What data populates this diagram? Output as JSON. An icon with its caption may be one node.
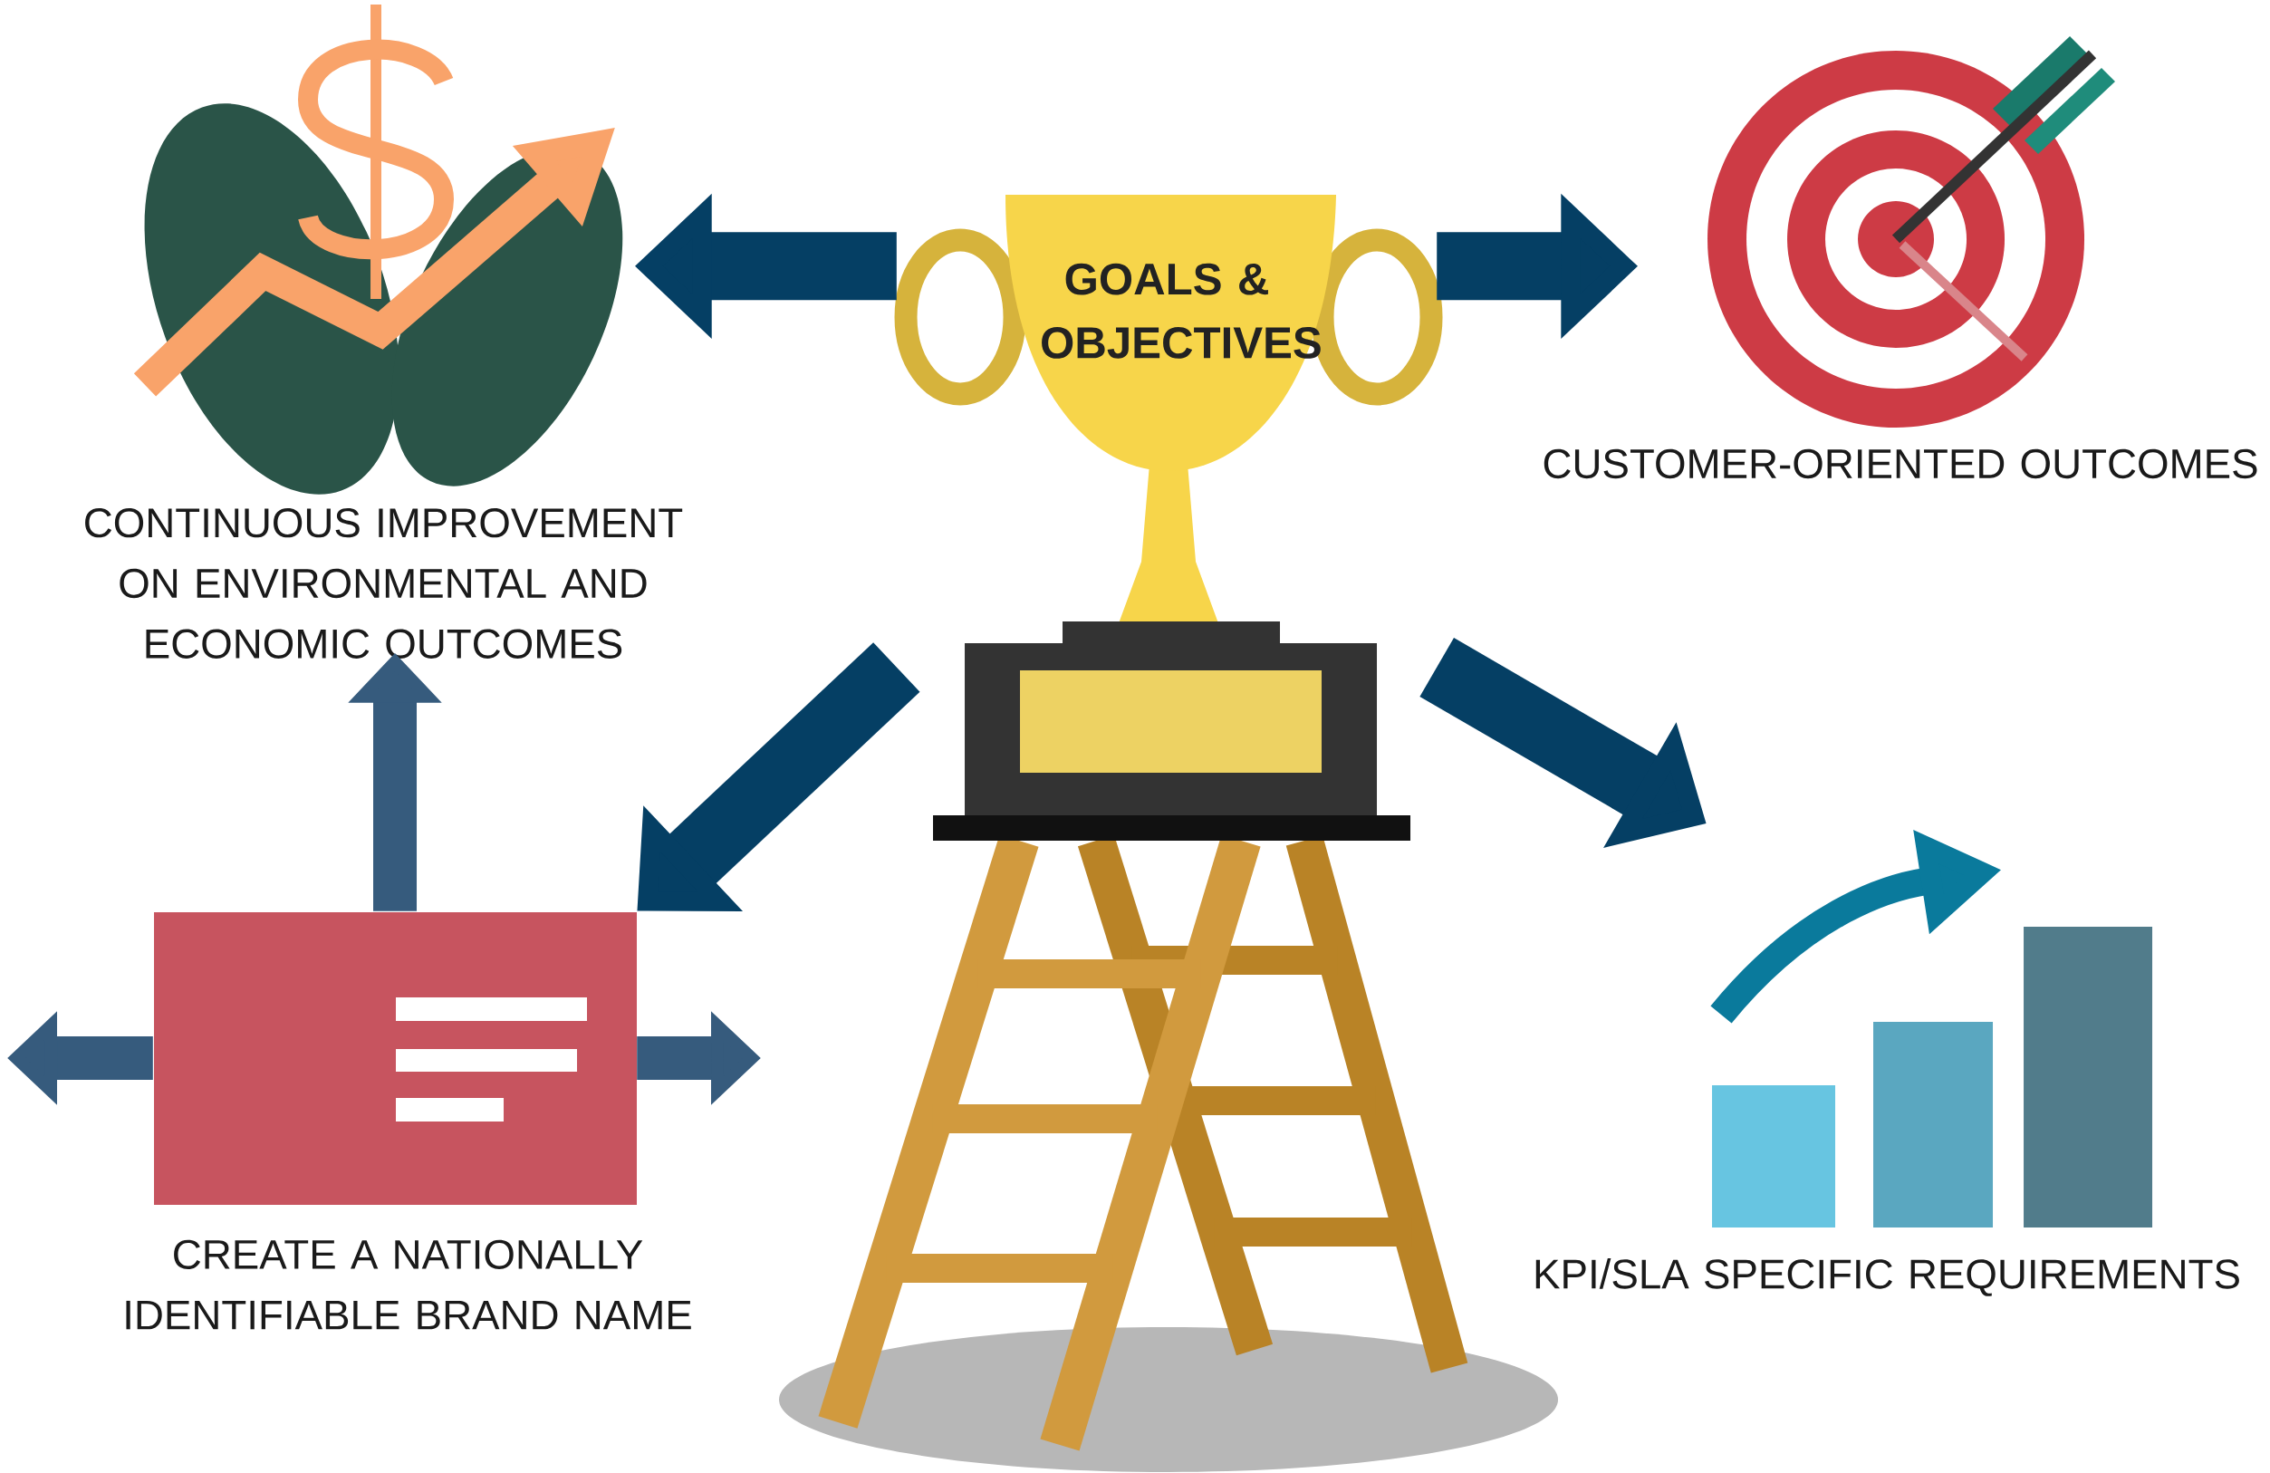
{
  "diagram": {
    "nodes": [
      {
        "text": [],
        "shape": "picture",
        "beside": [
          "CONTINUOUS IMPROVEMENT ON ENVIRONMENTAL AND ECONOMIC OUTCOMES"
        ]
      },
      {
        "text": [
          "GOALS & OBJECTIVES"
        ]
      },
      {
        "text": [],
        "shape": "picture",
        "beside": [
          "CUSTOMER-ORIENTED OUTCOMES"
        ]
      },
      {
        "text": [],
        "shape": "picture",
        "beside": [
          "CREATE A NATIONALLY IDENTIFIABLE BRAND NAME"
        ]
      },
      {
        "text": [],
        "shape": "picture",
        "beside": [
          "KPI/SLA SPECIFIC REQUIREMENTS"
        ]
      }
    ],
    "edges": [
      {
        "from": 1,
        "to": 0,
        "arrow": "to"
      },
      {
        "from": 1,
        "to": 2,
        "arrow": "to"
      },
      {
        "from": 1,
        "to": 3,
        "arrow": "to"
      },
      {
        "from": 1,
        "to": 4,
        "arrow": "to"
      },
      {
        "from": 3,
        "to": 0,
        "arrow": "to",
        "color": "#365b7d"
      },
      {
        "from": 3,
        "to": null,
        "arrow": "to",
        "color": "#365b7d"
      },
      {
        "from": 3,
        "to": null,
        "arrow": "to",
        "color": "#365b7d"
      }
    ]
  }
}
